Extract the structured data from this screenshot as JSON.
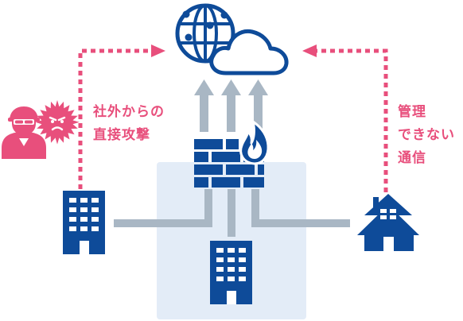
{
  "labels": {
    "external_attack": [
      "社外からの",
      "直接攻撃"
    ],
    "unmanaged_comm": [
      "管理",
      "できない",
      "通信"
    ]
  },
  "icons": {
    "internet": "globe-icon",
    "cloud": "cloud-icon",
    "firewall": "firewall-icon",
    "flame": "flame-icon",
    "attacker": "hacker-icon",
    "virus": "virus-icon",
    "branch_office": "building-icon",
    "head_office": "building-icon",
    "home": "house-icon"
  },
  "colors": {
    "navy": "#0e4b99",
    "pink": "#e84f7c",
    "gray": "#a9b7c4",
    "zone": "#e3ecf7"
  }
}
